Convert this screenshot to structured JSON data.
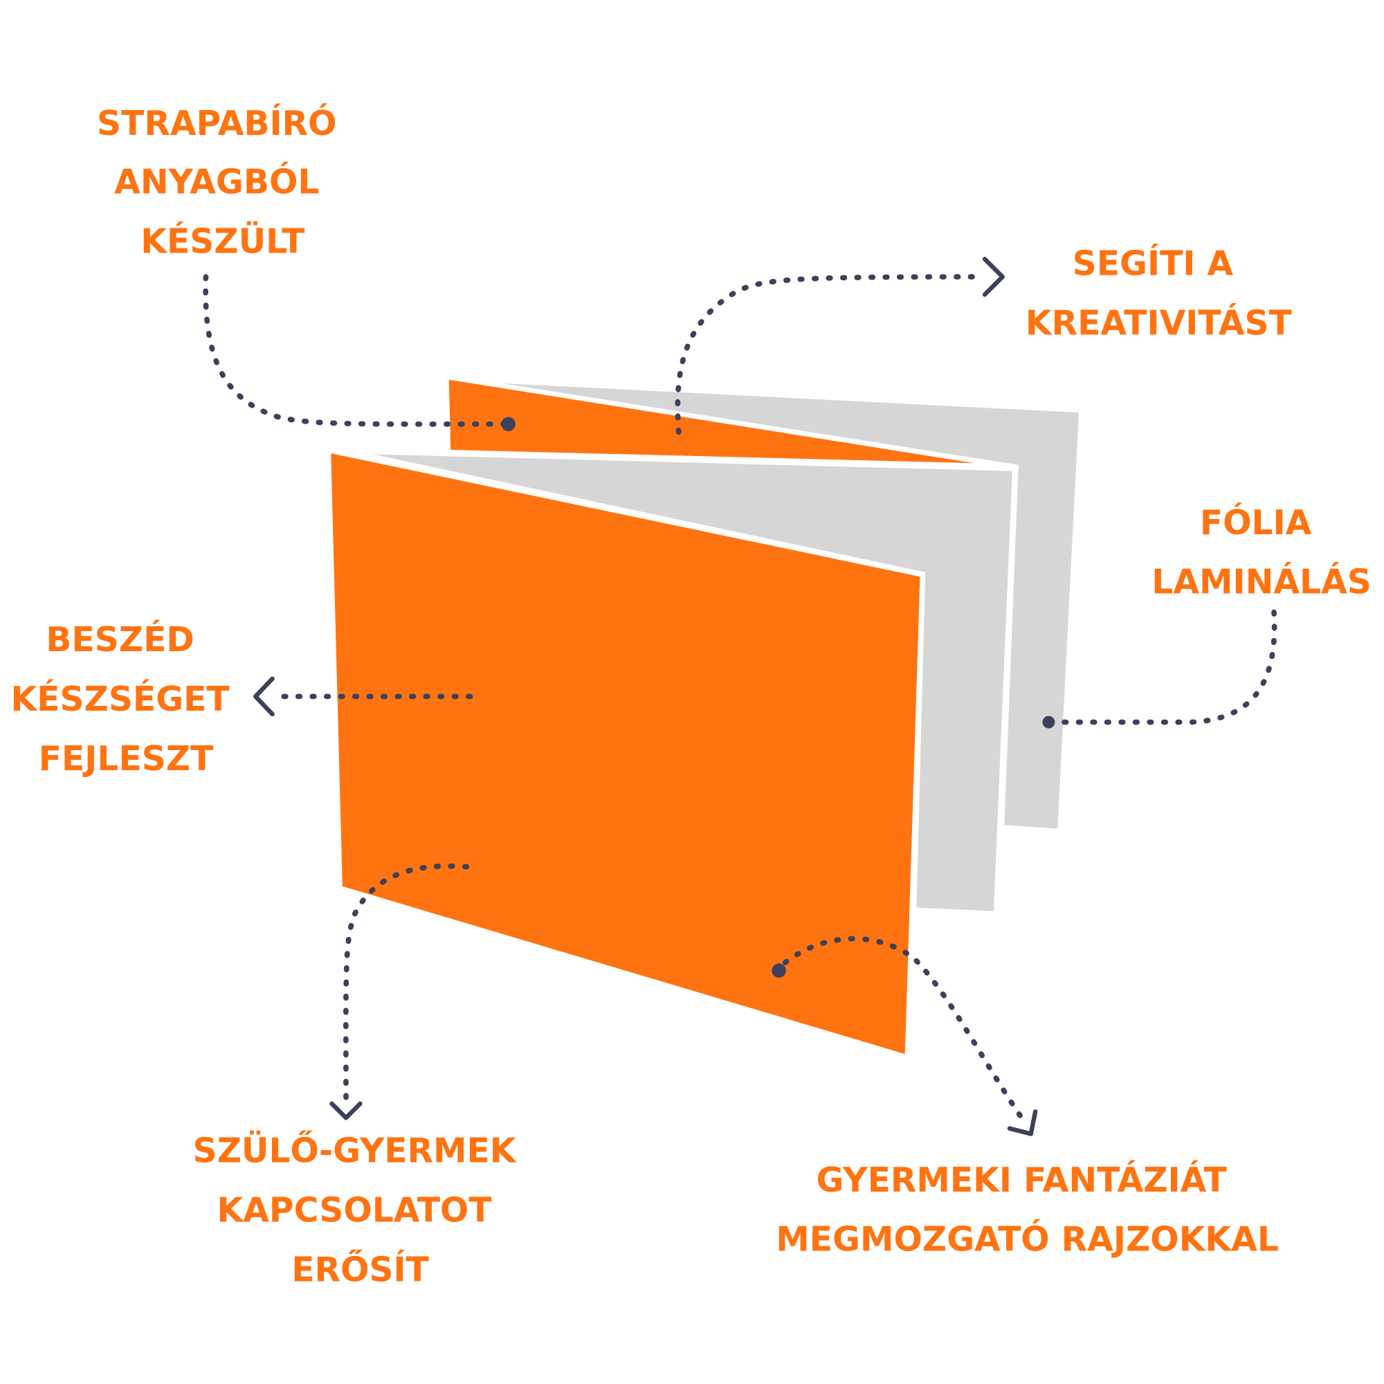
{
  "colors": {
    "accent": "#FF7311",
    "page": "#D6D6D6",
    "line": "#3D405B"
  },
  "labels": {
    "durable": [
      "STRAPABÍRÓ",
      "ANYAGBÓL",
      "KÉSZÜLT"
    ],
    "creativity": [
      "SEGÍTI A",
      "KREATIVITÁST"
    ],
    "lamination": [
      "FÓLIA",
      "LAMINÁLÁS"
    ],
    "speech": [
      "BESZÉD",
      "KÉSZSÉGET",
      "FEJLESZT"
    ],
    "bond": [
      "SZÜLŐ-GYERMEK",
      "KAPCSOLATOT",
      "ERŐSÍT"
    ],
    "fantasy": [
      "GYERMEKI FANTÁZIÁT",
      "MEGMOZGATÓ RAJZOKKAL"
    ]
  }
}
